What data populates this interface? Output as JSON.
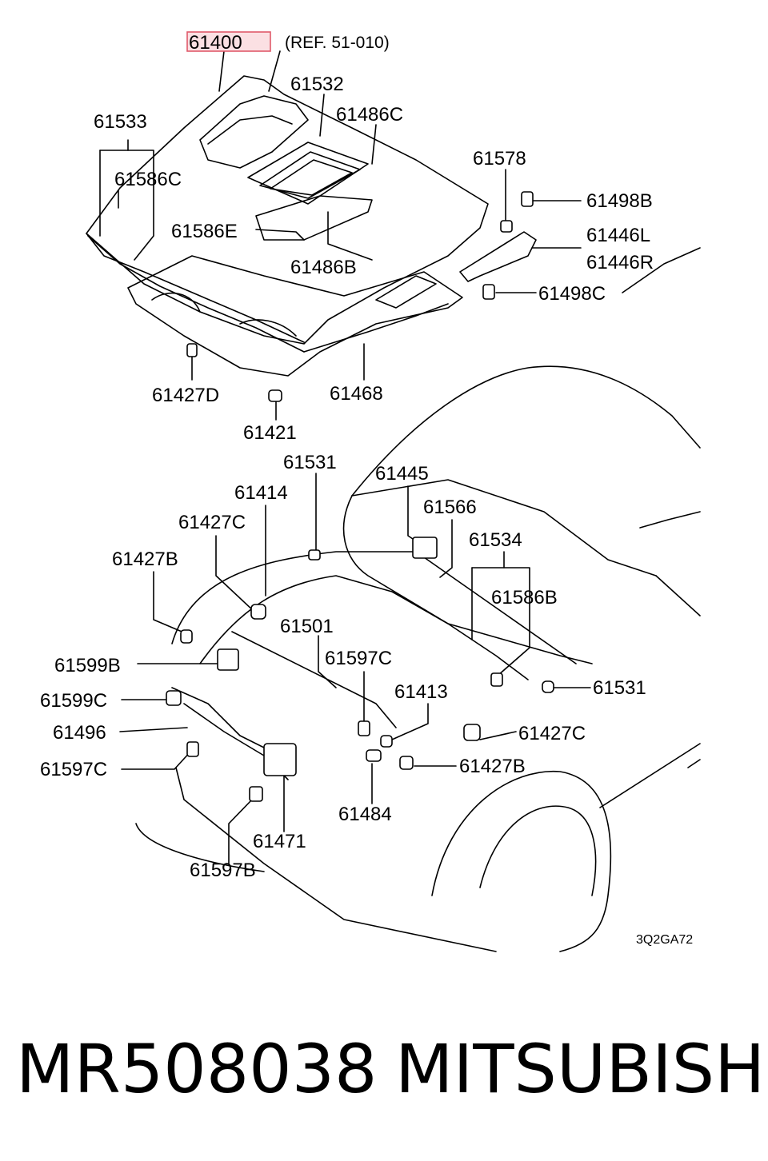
{
  "diagram": {
    "highlighted_part": "61400",
    "reference": "(REF. 51-010)",
    "drawing_code": "3Q2GA72",
    "callouts": [
      "61532",
      "61486C",
      "61533",
      "61586C",
      "61578",
      "61498B",
      "61586E",
      "61446L",
      "61446R",
      "61486B",
      "61498C",
      "61427D",
      "61468",
      "61421",
      "61531",
      "61445",
      "61414",
      "61566",
      "61427C",
      "61534",
      "61427B",
      "61586B",
      "61501",
      "61599B",
      "61597C",
      "61599C",
      "61413",
      "61531",
      "61496",
      "61427C",
      "61597C",
      "61427B",
      "61484",
      "61471",
      "61597B"
    ]
  },
  "caption": {
    "part_number": "MR508038",
    "brand": "MITSUBISHI"
  },
  "colors": {
    "highlight_fill": "#fbe0e3",
    "highlight_border": "#e05a6a",
    "line": "#000000"
  }
}
